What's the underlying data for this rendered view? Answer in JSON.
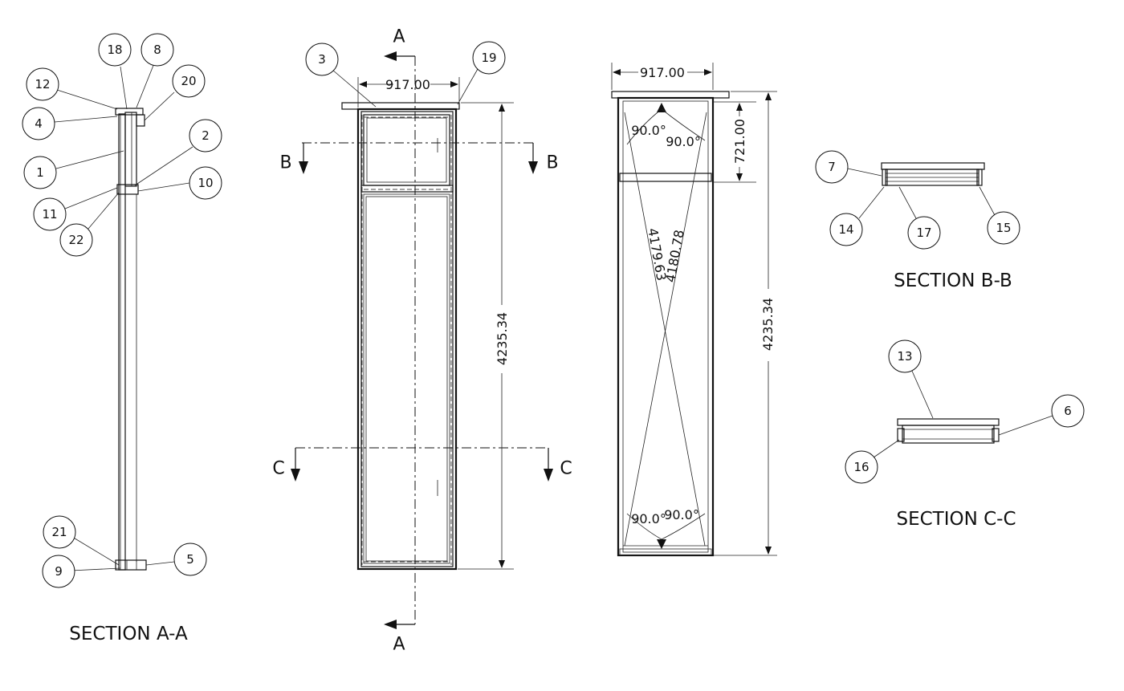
{
  "views": {
    "section_aa": {
      "title": "SECTION A-A",
      "balloons": [
        "18",
        "8",
        "20",
        "12",
        "4",
        "2",
        "1",
        "10",
        "11",
        "22",
        "21",
        "5",
        "9"
      ]
    },
    "front": {
      "cut_a_top": "A",
      "cut_a_bottom": "A",
      "cut_b_left": "B",
      "cut_b_right": "B",
      "cut_c_left": "C",
      "cut_c_right": "C",
      "width_dim": "917.00",
      "height_dim": "4235.34",
      "balloons": [
        "3",
        "19"
      ]
    },
    "side": {
      "width_dim": "917.00",
      "upper_dim": "721.00",
      "height_dim": "4235.34",
      "diag_1": "4179.63",
      "diag_2": "4180.78",
      "angle_tl": "90.0°",
      "angle_tr": "90.0°",
      "angle_bl": "90.0°",
      "angle_br": "90.0°"
    },
    "section_bb": {
      "title": "SECTION B-B",
      "balloons": [
        "7",
        "14",
        "17",
        "15"
      ]
    },
    "section_cc": {
      "title": "SECTION C-C",
      "balloons": [
        "13",
        "6",
        "16"
      ]
    }
  }
}
